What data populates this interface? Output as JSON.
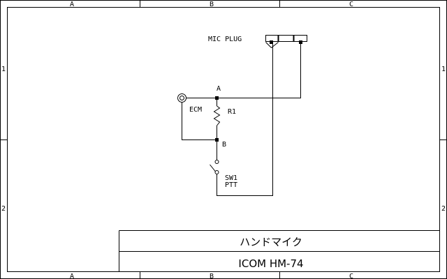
{
  "border": {
    "top_cols": [
      "A",
      "B",
      "C"
    ],
    "bottom_cols": [
      "A",
      "B",
      "C"
    ],
    "left_rows": [
      "1",
      "2"
    ],
    "right_rows": [
      "1",
      "2"
    ]
  },
  "schematic": {
    "mic_plug_label": "MIC PLUG",
    "node_a_label": "A",
    "node_b_label": "B",
    "ecm_label": "ECM",
    "r1_label": "R1",
    "sw1_label": "SW1",
    "ptt_label": "PTT"
  },
  "title_block": {
    "title": "ハンドマイク",
    "model": "ICOM HM-74"
  }
}
